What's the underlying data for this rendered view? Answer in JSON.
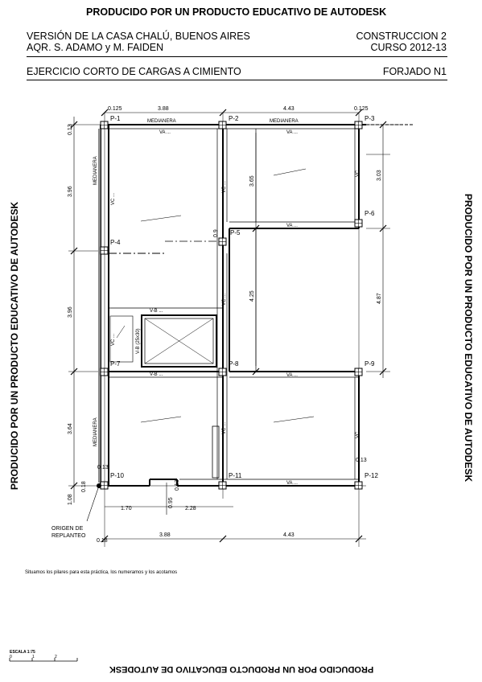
{
  "watermark": "PRODUCIDO POR UN PRODUCTO EDUCATIVO DE AUTODESK",
  "header": {
    "left_line1": "VERSIÓN DE LA CASA CHALÚ,  BUENOS AIRES",
    "left_line2": "AQR. S. ADAMO y M. FAIDEN",
    "right_line1": "CONSTRUCCION 2",
    "right_line2": "CURSO 2012-13",
    "exercise": "EJERCICIO CORTO DE CARGAS A CIMIENTO",
    "slab": "FORJADO N1"
  },
  "pillars": [
    "P-1",
    "P-2",
    "P-3",
    "P-4",
    "P-5",
    "P-6",
    "P-7",
    "P-8",
    "P-9",
    "P-10",
    "P-11",
    "P-12"
  ],
  "labels": {
    "medianera": "MEDIANERA",
    "va": "VA ...",
    "vc": "VC ...",
    "vb": "V-B ...",
    "vb_section": "V-B (25x30)",
    "origin_line1": "ORIGEN DE",
    "origin_line2": "REPLANTEO",
    "note": "Situamos los pilares para esta práctica, los numeramos y los acotamos",
    "scale": "ESCALA  1:75",
    "scale_ticks": [
      "0",
      "1",
      "2"
    ]
  },
  "dimensions": {
    "top": [
      "0.125",
      "3.88",
      "4.43",
      "0.125"
    ],
    "left": [
      "0.13",
      "3.96",
      "3.96",
      "3.64",
      "1.08",
      "0.18"
    ],
    "right": [
      "3.03",
      "4.87",
      "0.13"
    ],
    "inner": [
      "3.65",
      "4.25",
      "0.13",
      "0.9"
    ],
    "bottom_row1": [
      "1.70",
      "0.95",
      "2.28",
      "0.13"
    ],
    "bottom_row2": [
      "0.18",
      "3.88",
      "4.43"
    ]
  }
}
